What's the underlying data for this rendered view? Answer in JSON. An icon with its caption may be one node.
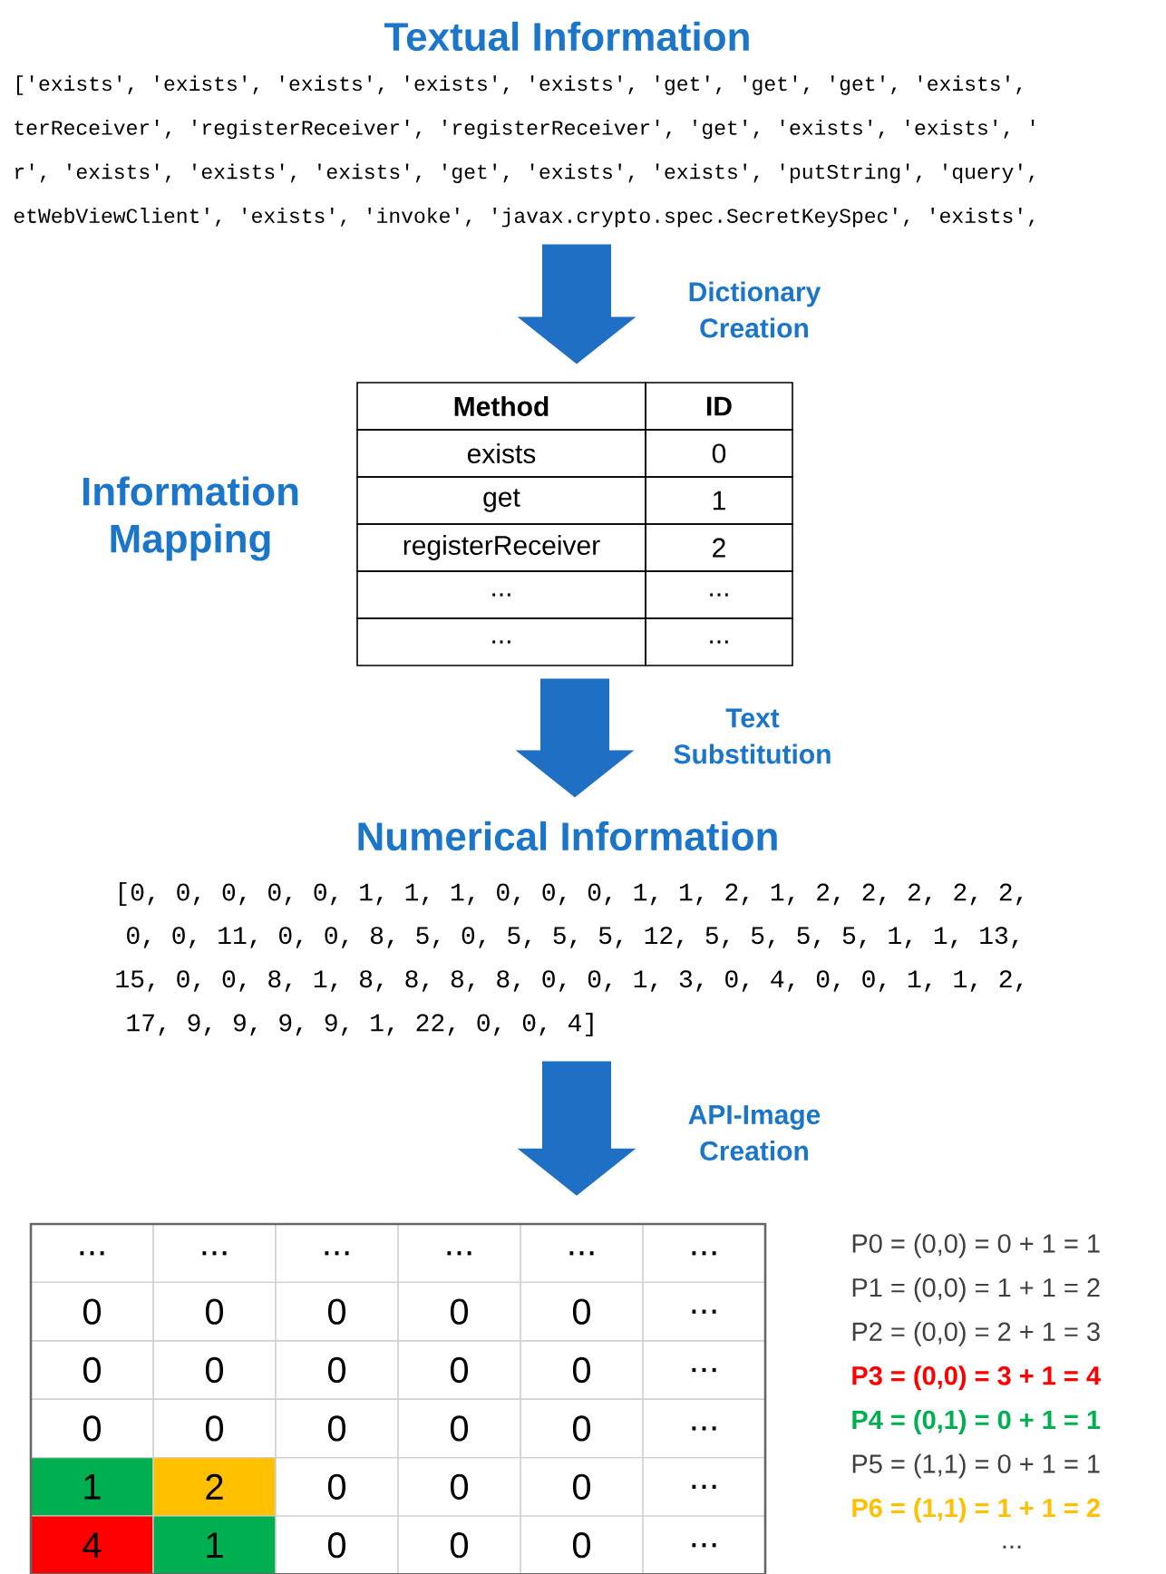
{
  "diagram": {
    "nodes": [
      {
        "text": [
          "Textual Information",
          "['exists', 'exists', 'exists', 'exists', 'exists', 'get', 'get', 'get', 'exists',",
          "terReceiver', 'registerReceiver', 'registerReceiver', 'get', 'exists', 'exists', '",
          "r', 'exists', 'exists', 'exists', 'get', 'exists', 'exists', 'putString', 'query',",
          "etWebViewClient', 'exists', 'invoke', 'javax.crypto.spec.SecretKeySpec', 'exists',"
        ]
      },
      {
        "text": [
          "Method",
          "ID",
          "exists",
          "0",
          "get",
          "1",
          "registerReceiver",
          "2",
          "...",
          "...",
          "...",
          "..."
        ],
        "beside": [
          "Information Mapping"
        ]
      },
      {
        "text": [
          "Numerical Information",
          "[0, 0, 0, 0, 0, 1, 1, 1, 0, 0, 0, 1, 1, 2, 1, 2, 2, 2, 2, 2,",
          "0, 0, 11, 0, 0, 8, 5, 0, 5, 5, 5, 12, 5, 5, 5, 5, 1, 1, 13,",
          "15, 0, 0, 8, 1, 8, 8, 8, 8, 0, 0, 1, 3, 0, 4, 0, 0, 1, 1, 2,",
          "17, 9, 9, 9, 9, 1, 22, 0, 0, 4]"
        ]
      },
      {
        "text": [
          "...",
          "...",
          "...",
          "...",
          "...",
          "...",
          "0",
          "0",
          "0",
          "0",
          "0",
          "...",
          "0",
          "0",
          "0",
          "0",
          "0",
          "...",
          "0",
          "0",
          "0",
          "0",
          "0",
          "...",
          "1",
          "2",
          "0",
          "0",
          "0",
          "...",
          "4",
          "1",
          "0",
          "0",
          "0",
          "..."
        ]
      }
    ],
    "edges": [
      {
        "from": 0,
        "to": 1,
        "arrow": "to",
        "label": "Dictionary Creation"
      },
      {
        "from": 1,
        "to": 2,
        "arrow": "to",
        "label": "Text Substitution"
      },
      {
        "from": 2,
        "to": 3,
        "arrow": "to",
        "label": "API-Image Creation"
      }
    ],
    "labels": [
      "P0 = (0,0) = 0 + 1 = 1",
      "P1 = (0,0) = 1 + 1 = 2",
      "P2 = (0,0) = 2 + 1 = 3",
      "P3 = (0,0) = 3 + 1 = 4",
      "P4 = (0,1) = 0 + 1 = 1",
      "P5 = (1,1) = 0 + 1 = 1",
      "P6 = (1,1) = 1 + 1 = 2",
      "..."
    ]
  }
}
